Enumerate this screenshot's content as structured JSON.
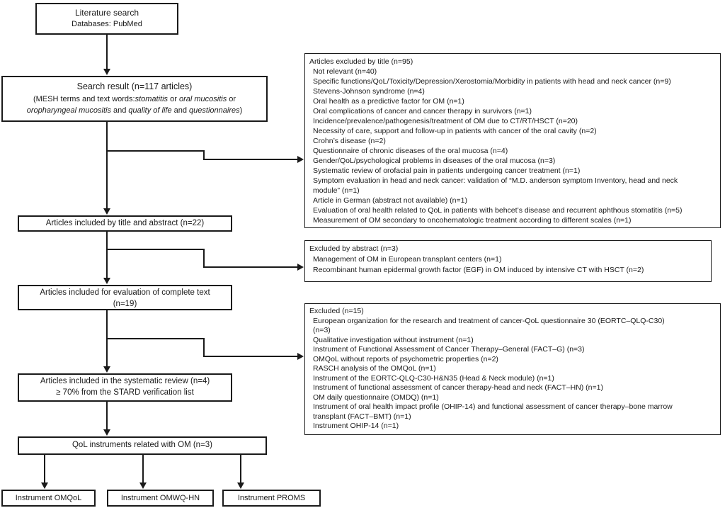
{
  "colors": {
    "ink": "#1a1a1a",
    "background": "#ffffff"
  },
  "flow": {
    "literature_search": {
      "line1": "Literature search",
      "line2": "Databases: PubMed"
    },
    "search_result": {
      "title": "Search result (n=117 articles)",
      "mesh": {
        "p1": "(MESH terms and text words:",
        "i1": "stomatitis",
        "p2": " or ",
        "i2": "oral mucositis",
        "p3": " or",
        "i3": "oropharyngeal mucositis",
        "p4": " and ",
        "i4": "quality of life",
        "p5": " and ",
        "i5": "questionnaires",
        "p6": ")"
      }
    },
    "included_title_abstract": "Articles included by title and abstract (n=22)",
    "included_complete_text": {
      "line1": "Articles included for evaluation of complete text",
      "line2": "(n=19)"
    },
    "included_systematic_review": {
      "line1": "Articles included in the systematic review (n=4)",
      "line2": "≥ 70% from the STARD verification list"
    },
    "qol_instruments": "QoL instruments related with OM (n=3)",
    "instruments": [
      "Instrument OMQoL",
      "Instrument OMWQ-HN",
      "Instrument PROMS"
    ]
  },
  "excluded_by_title": {
    "title": "Articles excluded by title (n=95)",
    "items": [
      "Not relevant (n=40)",
      "Specific functions/QoL/Toxicity/Depression/Xerostomia/Morbidity in patients with head and neck cancer (n=9)",
      "Stevens-Johnson syndrome (n=4)",
      "Oral health as a predictive factor for OM (n=1)",
      "Oral complications of cancer and cancer therapy in survivors (n=1)",
      "Incidence/prevalence/pathogenesis/treatment of OM due to CT/RT/HSCT (n=20)",
      "Necessity of care, support and follow-up in patients with cancer of the oral cavity (n=2)",
      "Crohn’s disease (n=2)",
      "Questionnaire of chronic diseases of the oral mucosa (n=4)",
      "Gender/QoL/psychological problems in diseases of the oral mucosa (n=3)",
      "Systematic review of orofacial pain in patients undergoing cancer treatment (n=1)",
      "Symptom evaluation in head and neck cancer: validation of “M.D. anderson symptom Inventory, head and neck",
      "module” (n=1)",
      "Article in German (abstract not available) (n=1)",
      "Evaluation of oral health related to QoL in patients with behcet’s disease and recurrent aphthous stomatitis (n=5)",
      "Measurement of OM secondary to oncohematologic treatment according to different scales (n=1)"
    ]
  },
  "excluded_by_abstract": {
    "title": "Excluded by abstract (n=3)",
    "items": [
      "Management of OM in European transplant centers (n=1)",
      "Recombinant human epidermal growth factor (EGF) in OM induced by intensive CT with HSCT (n=2)"
    ]
  },
  "excluded_full_text": {
    "title": "Excluded (n=15)",
    "items": [
      "European organization for the research and treatment of cancer-QoL questionnaire 30 (EORTC–QLQ-C30)",
      "(n=3)",
      "Qualitative investigation without instrument (n=1)",
      "Instrument of Functional Assessment of Cancer Therapy–General (FACT–G) (n=3)",
      "OMQoL without reports of psychometric properties (n=2)",
      "RASCH analysis of the OMQoL (n=1)",
      "Instrument of the EORTC-QLQ-C30-H&N35 (Head & Neck module) (n=1)",
      "Instrument of functional assessment of cancer therapy-head and neck (FACT–HN) (n=1)",
      "OM daily questionnaire (OMDQ) (n=1)",
      "Instrument of oral health impact profile (OHIP-14) and functional assessment of cancer therapy–bone marrow",
      "transplant (FACT–BMT) (n=1)",
      "Instrument OHIP-14 (n=1)"
    ]
  }
}
